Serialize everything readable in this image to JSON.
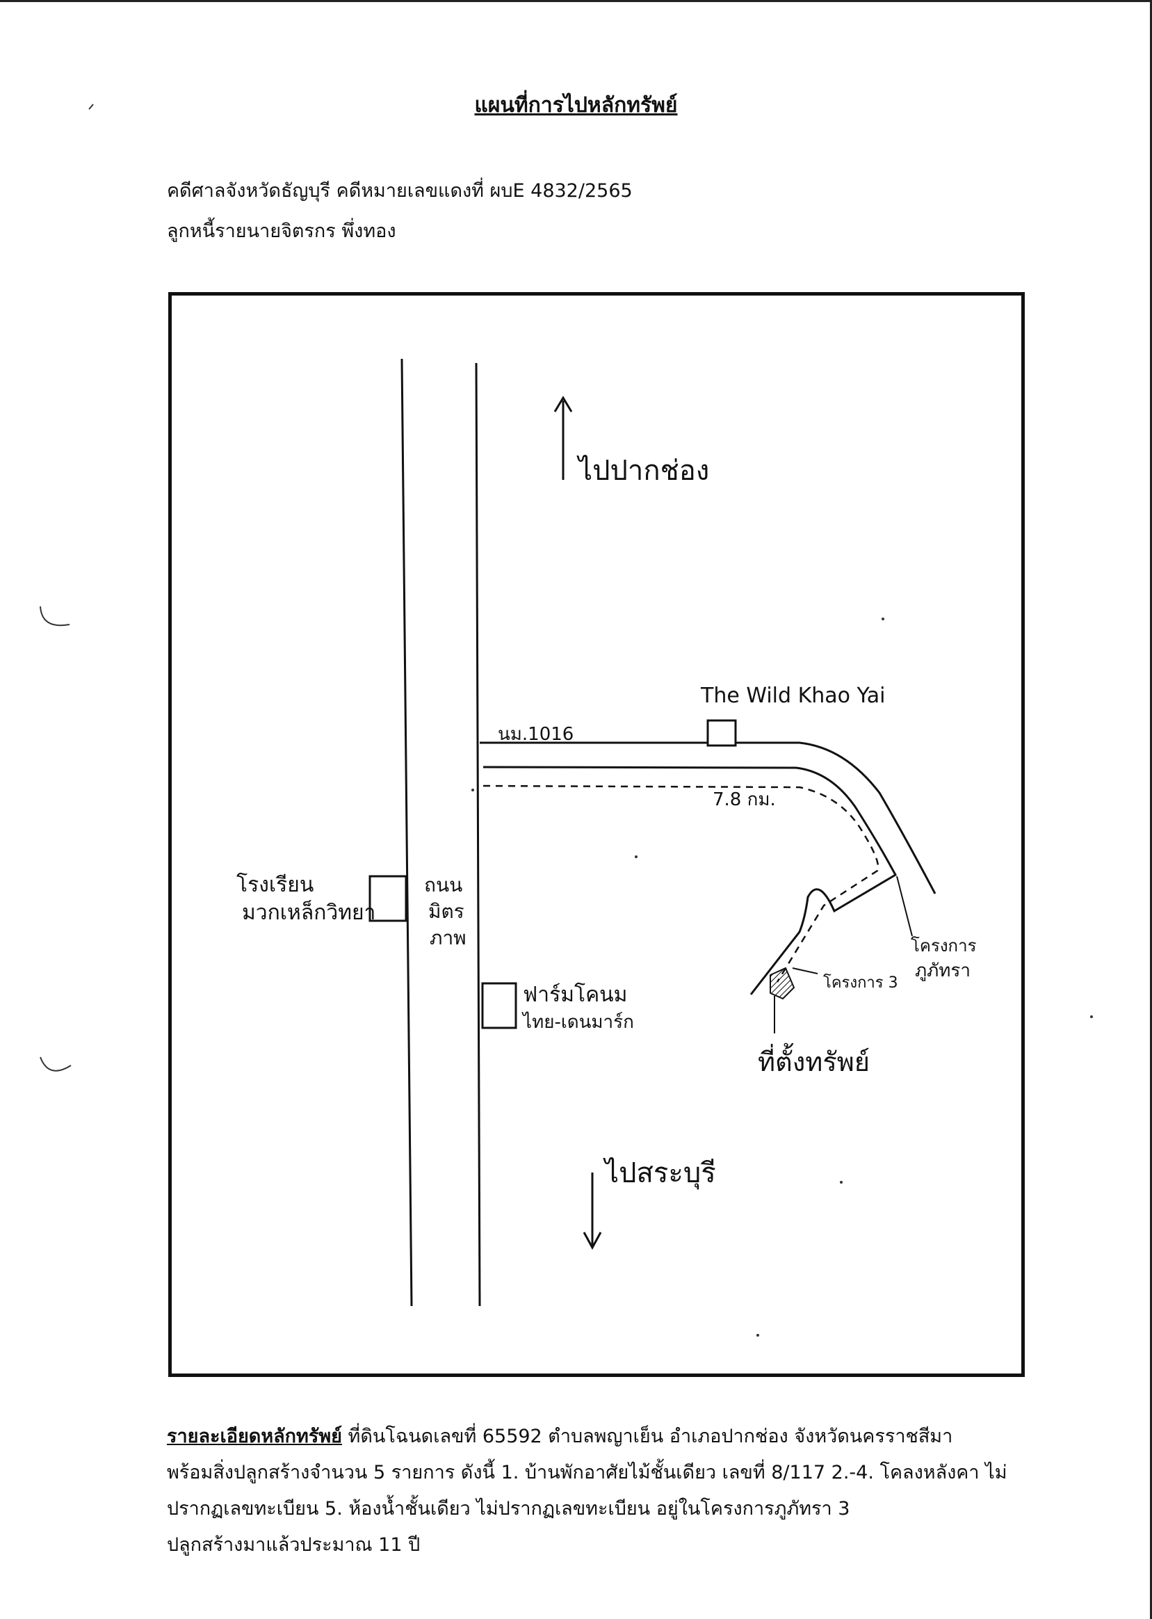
{
  "title": "แผนที่การไปหลักทรัพย์",
  "header": {
    "court_line": "คดีศาลจังหวัดธัญบุรี คดีหมายเลขแดงที่ ผบE 4832/2565",
    "debtor_line": "ลูกหนี้รายนายจิตรกร พึ่งทอง"
  },
  "map": {
    "north_label": "ไปปากช่อง",
    "south_label": "ไปสระบุรี",
    "main_road_label": [
      "ถนน",
      "มิตร",
      "ภาพ"
    ],
    "side_road_label": "นม.1016",
    "landmark_wild": "The Wild Khao Yai",
    "distance_label": "7.8 กม.",
    "school_label": [
      "โรงเรียน",
      "มวกเหล็กวิทยา"
    ],
    "farm_label": [
      "ฟาร์มโคนม",
      "ไทย-เดนมาร์ก"
    ],
    "project_label": [
      "โครงการ",
      "ภูภัทรา"
    ],
    "phase_label": "โครงการ 3",
    "property_label": "ที่ตั้งทรัพย์"
  },
  "details": {
    "lead": "รายละเอียดหลักทรัพย์",
    "line1": "ที่ดินโฉนดเลขที่ 65592 ตำบลพญาเย็น อำเภอปากช่อง จังหวัดนครราชสีมา",
    "line2": "พร้อมสิ่งปลูกสร้างจำนวน 5 รายการ ดังนี้ 1. บ้านพักอาศัยไม้ชั้นเดียว เลขที่ 8/117 2.-4. โคลงหลังคา ไม่",
    "line3": "ปรากฏเลขทะเบียน 5. ห้องน้ำชั้นเดียว ไม่ปรากฏเลขทะเบียน อยู่ในโครงการภูภัทรา 3",
    "line4": "ปลูกสร้างมาแล้วประมาณ 11 ปี"
  }
}
